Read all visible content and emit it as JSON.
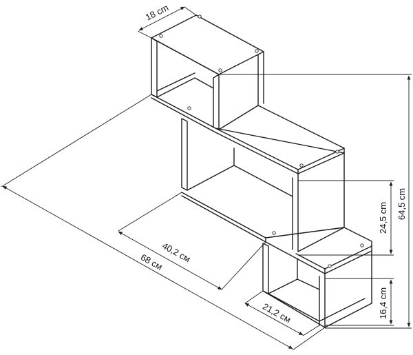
{
  "dimensions": {
    "depth": "18 cm",
    "total_width": "68 см",
    "bottom_width": "40,2 см",
    "small_width": "21,2 см",
    "mid_height": "24,5 cm",
    "total_height": "64,5 cm",
    "small_height": "16,4 cm"
  }
}
